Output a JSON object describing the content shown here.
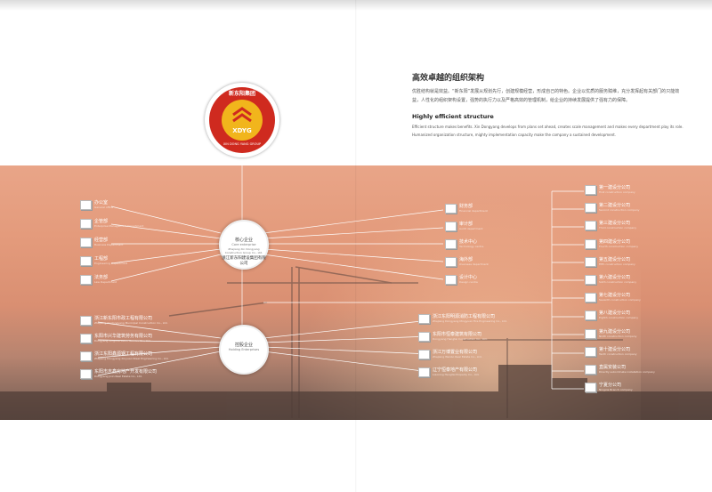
{
  "header": {
    "title_cn": "高效卓越的组织架构",
    "body_cn": "优胜结构就是效益。“新东阳”发展从规划先行，创建规模经营，形成自己的特色。企业以优质的服务赋维，充分发挥起有关部门的只能效益，人性化的组织架构设置，强势的执行力以及严格高效的管理机制，给企业的持续发展提供了强有力的保障。",
    "title_en": "Highly efficient structure",
    "body_en": "Efficient structure makes benefits. Xin Dongyang develops from plans set ahead, creates scale management and makes every department play its role. Humanized organization structure, mighty implementation capacity make the company a sustained development."
  },
  "logo": {
    "text": "XDYG",
    "arc_cn": "新东阳集团",
    "arc_en": "XIN DONG YANG GROUP",
    "colors": {
      "ring": "#cf2a1f",
      "center": "#f1b51c"
    }
  },
  "core_hub": {
    "cn": "核心企业",
    "en": "Core enterprise",
    "sub_en": "Zhejiang Xin Dongyang Construction Group Co., Ltd.",
    "sub_cn": "浙江新东阳建设集团有限公司"
  },
  "holding_hub": {
    "cn": "控股企业",
    "en": "Holding Enterprises"
  },
  "left_depts": [
    {
      "cn": "办公室",
      "en": "General office"
    },
    {
      "cn": "企管部",
      "en": "Enterprise Management Department"
    },
    {
      "cn": "经营部",
      "en": "Business Department"
    },
    {
      "cn": "工程部",
      "en": "Engineering Department"
    },
    {
      "cn": "法务部",
      "en": "Law Department"
    }
  ],
  "mid_depts": [
    {
      "cn": "财务部",
      "en": "Financial department"
    },
    {
      "cn": "审计部",
      "en": "Audit department"
    },
    {
      "cn": "技术中心",
      "en": "Technology centre"
    },
    {
      "cn": "海外部",
      "en": "Overseas department"
    },
    {
      "cn": "设计中心",
      "en": "Design centre"
    }
  ],
  "left_holdings": [
    {
      "cn": "浙江新东阳市政工程有限公司",
      "en": "Zhejiang Xindongyang Municipal Construction Co., Ltd."
    },
    {
      "cn": "东阳市兴华建筑劳务有限公司",
      "en": "Dongyang Xinghua Labor Service Co., Ltd."
    },
    {
      "cn": "浙江东阳鑫源钢工程有限公司",
      "en": "Zhejiang Dongyang Xinyuan Steel Engineering Co., Ltd."
    },
    {
      "cn": "东阳市吉鑫房地产开发有限公司",
      "en": "Dongyang Jixin Real Estate Co., Ltd."
    }
  ],
  "right_holdings": [
    {
      "cn": "浙江东阳明源消防工程有限公司",
      "en": "Zhejiang Dongyang Mingyuan Fire Engineering Co., Ltd."
    },
    {
      "cn": "东阳市恒泰建筑有限公司",
      "en": "Dongyang Hengtai Construction Co., Ltd."
    },
    {
      "cn": "浙江万博置业有限公司",
      "en": "Zhejiang Wanbo Real Estate Co., Ltd."
    },
    {
      "cn": "辽宁恒泰地产有限公司",
      "en": "Liaoning Hengtai Property Co., Ltd."
    }
  ],
  "branches": [
    {
      "cn": "第一建设分公司",
      "en": "First construction company"
    },
    {
      "cn": "第二建设分公司",
      "en": "Second construction company"
    },
    {
      "cn": "第三建设分公司",
      "en": "Third construction company"
    },
    {
      "cn": "第四建设分公司",
      "en": "Fourth construction company"
    },
    {
      "cn": "第五建设分公司",
      "en": "Fifth construction company"
    },
    {
      "cn": "第六建设分公司",
      "en": "Sixth construction company"
    },
    {
      "cn": "第七建设分公司",
      "en": "Seventh construction company"
    },
    {
      "cn": "第八建设分公司",
      "en": "Eighth construction company"
    },
    {
      "cn": "第九建设分公司",
      "en": "Ninth construction company"
    },
    {
      "cn": "第十建设分公司",
      "en": "Tenth construction company"
    },
    {
      "cn": "直属安装公司",
      "en": "Directly subordinate installation company"
    },
    {
      "cn": "宁夏分公司",
      "en": "Ningxia Branch company"
    }
  ]
}
